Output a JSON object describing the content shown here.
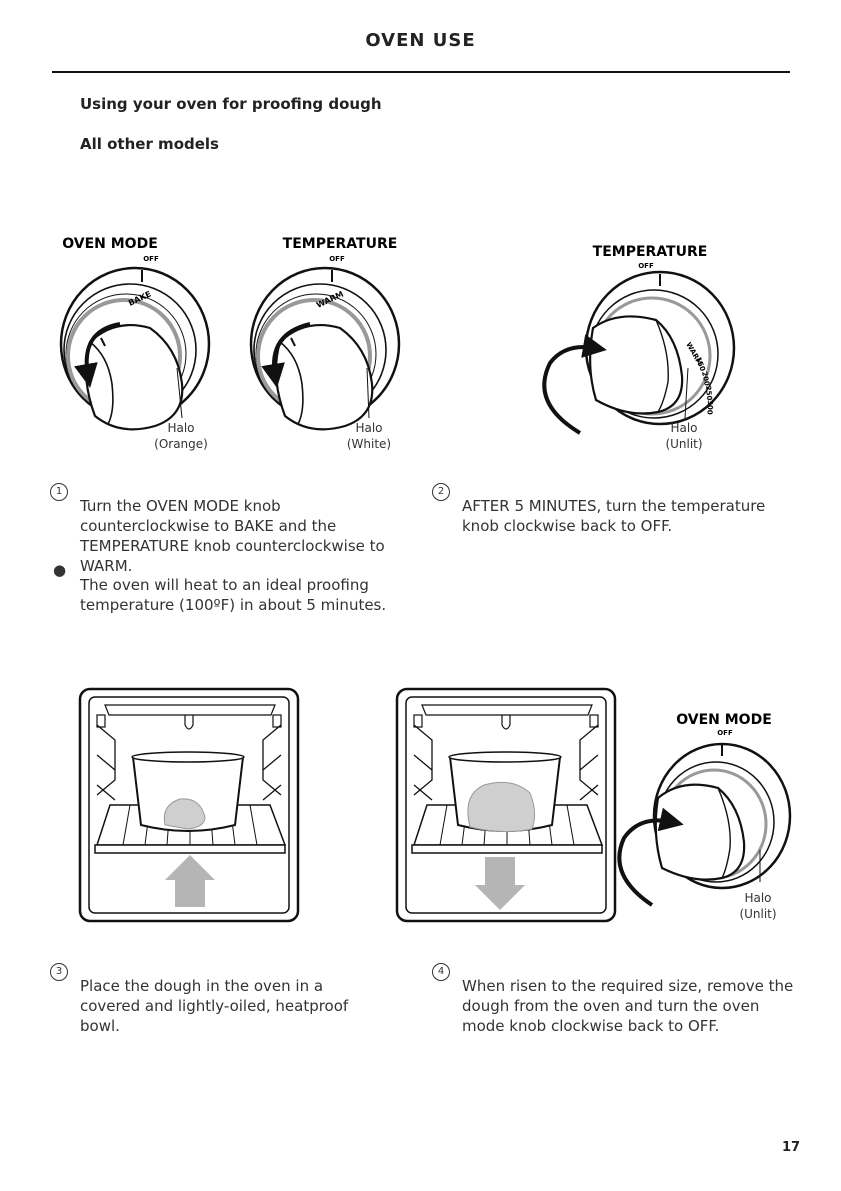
{
  "header": {
    "title": "OVEN USE"
  },
  "section": {
    "title": "Using your oven for proofing dough",
    "subtitle": "All other models"
  },
  "knobs": {
    "oven_mode_title": "OVEN MODE",
    "temperature_title": "TEMPERATURE",
    "off_label": "OFF",
    "bake_label": "BAKE",
    "warm_label": "WARM",
    "dial_marks": [
      "WARM",
      "150",
      "200",
      "250",
      "300"
    ],
    "halo_word": "Halo",
    "halo_orange": "(Orange)",
    "halo_white": "(White)",
    "halo_unlit": "(Unlit)"
  },
  "steps": {
    "step1_num": "1",
    "step1_text": "Turn the OVEN MODE knob counterclockwise to BAKE and the TEMPERATURE knob counterclockwise to WARM.",
    "step1_bullet": "The oven will heat to an ideal proofing temperature (100ºF) in about 5 minutes.",
    "step2_num": "2",
    "step2_text": "AFTER 5 MINUTES, turn the temperature knob clockwise back to OFF.",
    "step3_num": "3",
    "step3_text": "Place the dough in the oven in a covered and lightly-oiled, heatproof bowl.",
    "step4_num": "4",
    "step4_text": "When risen to the required size, remove the dough from the oven and turn the oven mode knob clockwise back to OFF."
  },
  "colors": {
    "ink": "#111111",
    "arrow_gray": "#b5b5b5",
    "dough": "#cfcfcf"
  },
  "page_number": "17"
}
